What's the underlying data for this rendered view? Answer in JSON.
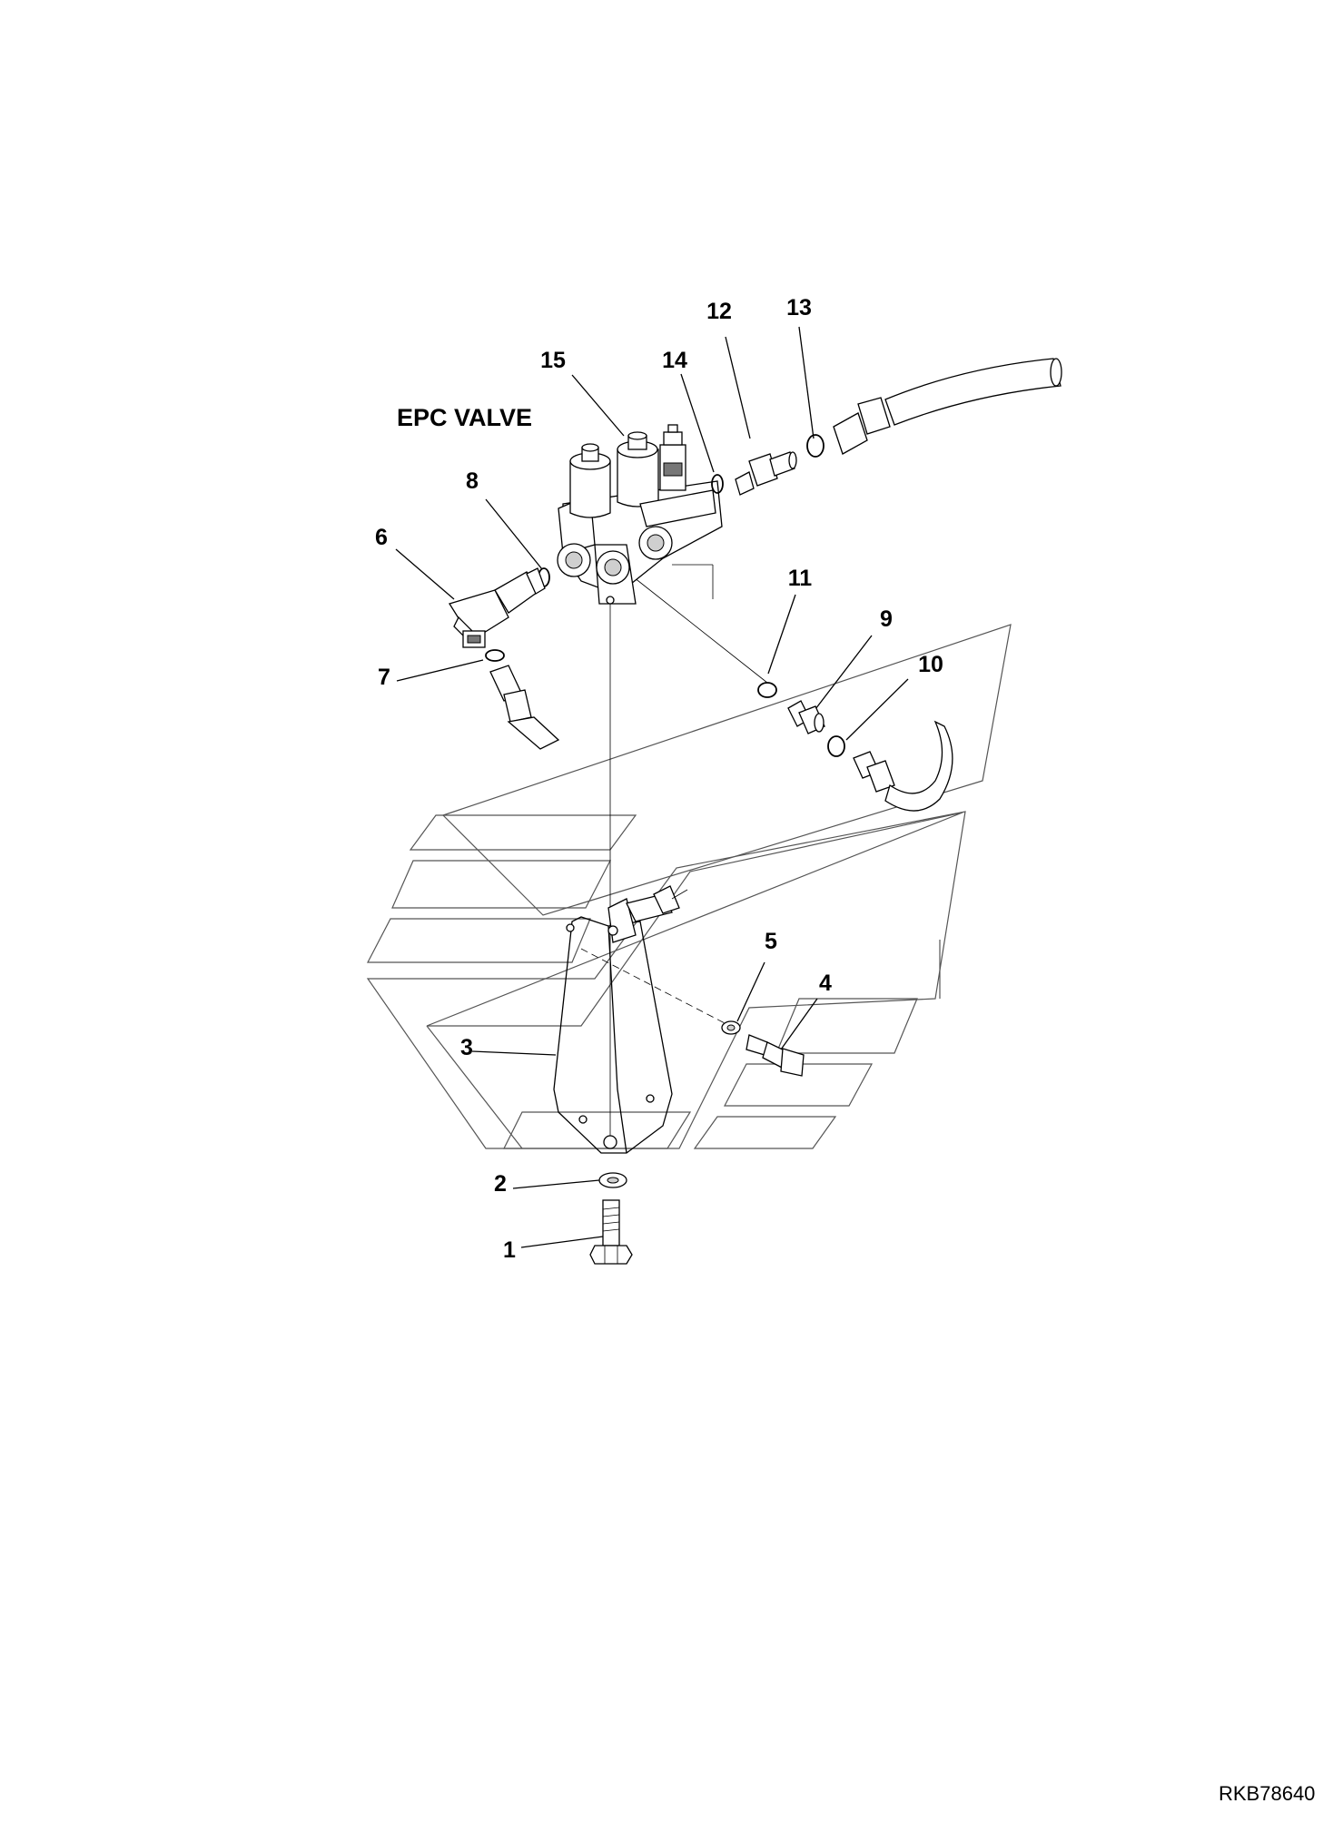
{
  "title": "EPC VALVE",
  "drawing_code": "RKB78640",
  "callouts": [
    "1",
    "2",
    "3",
    "4",
    "5",
    "6",
    "7",
    "8",
    "9",
    "10",
    "11",
    "12",
    "13",
    "14",
    "15"
  ]
}
